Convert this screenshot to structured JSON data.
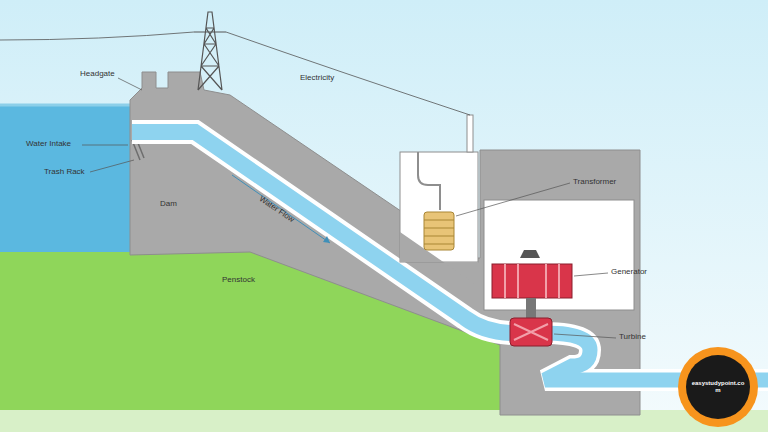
{
  "diagram": {
    "labels": [
      "Headgate",
      "Electricity",
      "Water Intake",
      "Trash Rack",
      "Dam",
      "Water Flow",
      "Penstock",
      "Transformer",
      "Generator",
      "Turbine",
      "easystudypoint.com"
    ]
  }
}
